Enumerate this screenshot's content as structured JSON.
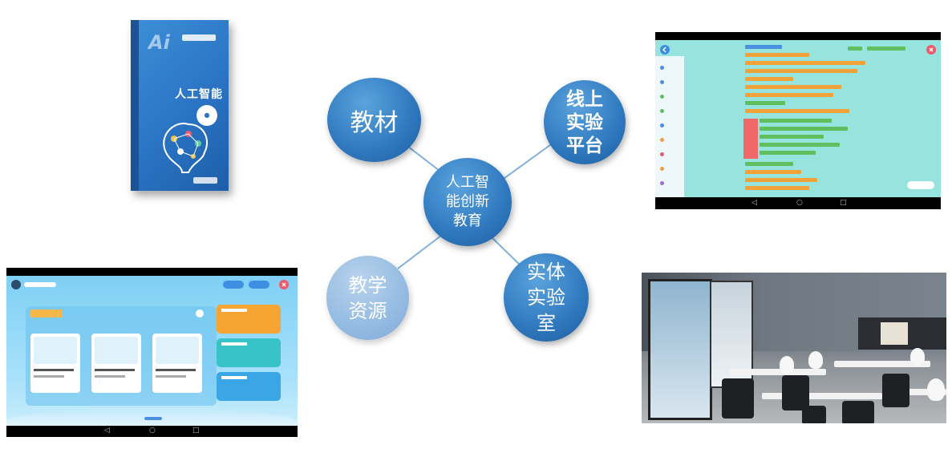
{
  "diagram": {
    "center": {
      "line1": "人工智",
      "line2": "能创新",
      "line3": "教育"
    },
    "top_left": {
      "label": "教材"
    },
    "top_right": {
      "line1": "线上",
      "line2": "实验",
      "line3": "平台"
    },
    "bottom_left": {
      "line1": "教学",
      "line2": "资源"
    },
    "bottom_right": {
      "line1": "实体",
      "line2": "实验",
      "line3": "室"
    }
  },
  "book": {
    "cover_title": "人工智能"
  },
  "colors": {
    "circle_dark": "#2f78be",
    "circle_light": "#94bbe2",
    "connector": "#7fb0dc"
  }
}
